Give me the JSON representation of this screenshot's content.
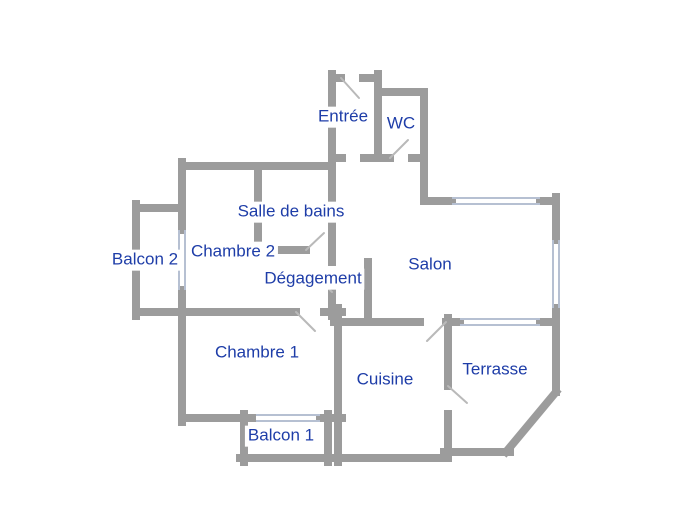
{
  "diagram": {
    "type": "floor-plan",
    "description": "Apartment floor plan with gray walls, light window markings and blue room labels"
  },
  "colors": {
    "background": "#ffffff",
    "wall": "#9c9c9c",
    "window": "#b6c0d2",
    "label_text": "#1e3da8"
  },
  "rooms": [
    {
      "id": "entree",
      "label": "Entrée"
    },
    {
      "id": "wc",
      "label": "WC"
    },
    {
      "id": "salle-de-bains",
      "label": "Salle de bains"
    },
    {
      "id": "balcon-2",
      "label": "Balcon 2"
    },
    {
      "id": "chambre-2",
      "label": "Chambre 2"
    },
    {
      "id": "degagement",
      "label": "Dégagement"
    },
    {
      "id": "salon",
      "label": "Salon"
    },
    {
      "id": "chambre-1",
      "label": "Chambre 1"
    },
    {
      "id": "cuisine",
      "label": "Cuisine"
    },
    {
      "id": "terrasse",
      "label": "Terrasse"
    },
    {
      "id": "balcon-1",
      "label": "Balcon 1"
    }
  ]
}
